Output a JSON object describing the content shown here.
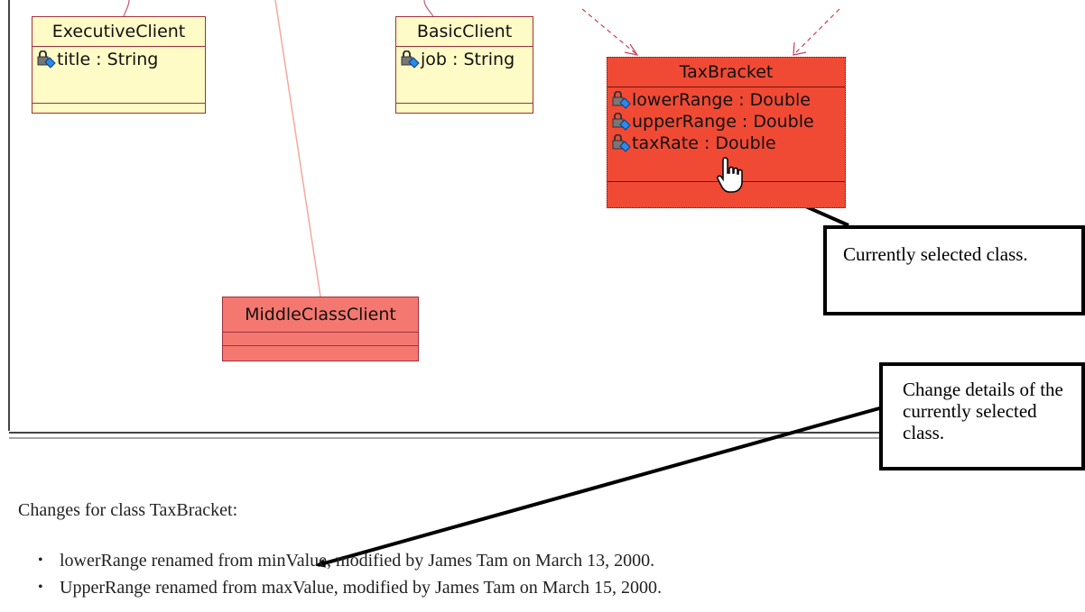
{
  "diagram": {
    "classes": {
      "executive_client": {
        "name": "ExecutiveClient",
        "attributes": [
          "title : String"
        ]
      },
      "basic_client": {
        "name": "BasicClient",
        "attributes": [
          "job : String"
        ]
      },
      "tax_bracket": {
        "name": "TaxBracket",
        "attributes": [
          "lowerRange : Double",
          "upperRange : Double",
          "taxRate : Double"
        ]
      },
      "middle_class_client": {
        "name": "MiddleClassClient",
        "attributes": []
      }
    },
    "callouts": {
      "selected": "Currently selected class.",
      "details": "Change details of the currently selected class."
    },
    "colors": {
      "regular_class_fill": "#fffbc6",
      "changed_class_fill": "#f4786f",
      "selected_class_fill": "#f04a35",
      "class_border": "#a03040"
    }
  },
  "changes": {
    "title": "Changes for class TaxBracket:",
    "items": [
      "lowerRange renamed from minValue, modified by James Tam on March 13, 2000.",
      "UpperRange renamed from maxValue, modified by James Tam on March 15, 2000."
    ]
  },
  "icons": {
    "attribute": "lock-attribute-icon",
    "cursor": "hand-pointer-icon"
  }
}
